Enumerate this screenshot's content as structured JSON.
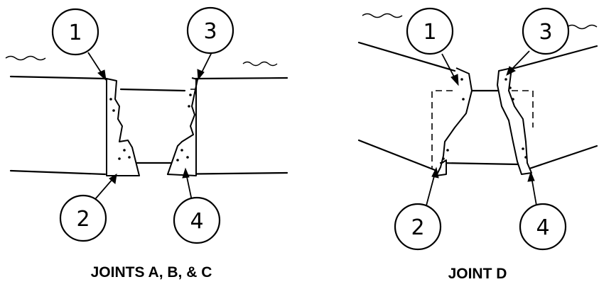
{
  "figure": {
    "left_panel": {
      "caption": "JOINTS A, B, & C",
      "callouts": [
        "1",
        "2",
        "3",
        "4"
      ]
    },
    "right_panel": {
      "caption": "JOINT D",
      "callouts": [
        "1",
        "2",
        "3",
        "4"
      ]
    }
  },
  "colors": {
    "ink": "#000000",
    "background": "#ffffff"
  }
}
